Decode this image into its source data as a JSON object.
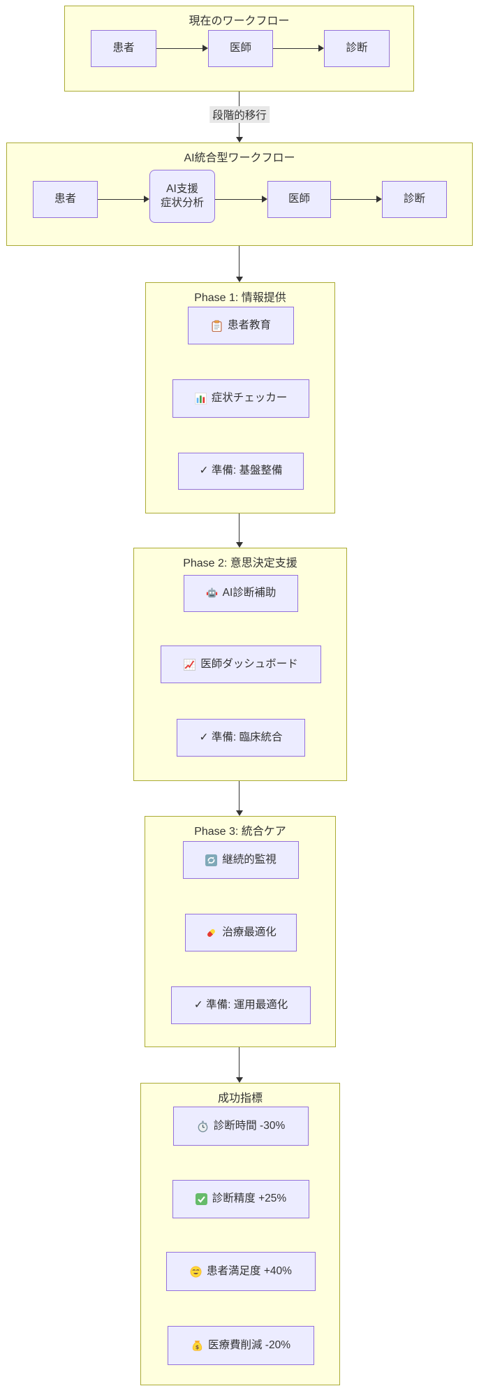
{
  "diagram_type": "flowchart",
  "colors": {
    "subgraph_bg": "#ffffde",
    "subgraph_border": "#aaaa33",
    "node_bg": "#ECECFF",
    "node_border": "#9370DB",
    "edge_label_bg": "#e8e8e8",
    "arrow": "#333333",
    "text": "#333333"
  },
  "connector": {
    "label": "段階的移行"
  },
  "sections": {
    "current": {
      "title": "現在のワークフロー",
      "nodes": [
        {
          "label": "患者"
        },
        {
          "label": "医師"
        },
        {
          "label": "診断"
        }
      ]
    },
    "ai": {
      "title": "AI統合型ワークフロー",
      "nodes": [
        {
          "label": "患者"
        },
        {
          "line1": "AI支援",
          "line2": "症状分析"
        },
        {
          "label": "医師"
        },
        {
          "label": "診断"
        }
      ]
    },
    "phase1": {
      "title": "Phase 1: 情報提供",
      "items": [
        {
          "icon": "clipboard-icon",
          "label": "患者教育"
        },
        {
          "icon": "bar-chart-icon",
          "label": "症状チェッカー"
        },
        {
          "icon": "",
          "label": "✓ 準備: 基盤整備"
        }
      ]
    },
    "phase2": {
      "title": "Phase 2: 意思決定支援",
      "items": [
        {
          "icon": "robot-icon",
          "label": "AI診断補助"
        },
        {
          "icon": "chart-up-icon",
          "label": "医師ダッシュボード"
        },
        {
          "icon": "",
          "label": "✓ 準備: 臨床統合"
        }
      ]
    },
    "phase3": {
      "title": "Phase 3: 統合ケア",
      "items": [
        {
          "icon": "refresh-icon",
          "label": "継続的監視"
        },
        {
          "icon": "pill-icon",
          "label": "治療最適化"
        },
        {
          "icon": "",
          "label": "✓ 準備: 運用最適化"
        }
      ]
    },
    "metrics": {
      "title": "成功指標",
      "items": [
        {
          "icon": "stopwatch-icon",
          "label": "診断時間 -30%"
        },
        {
          "icon": "check-green-icon",
          "label": "診断精度 +25%"
        },
        {
          "icon": "smiley-icon",
          "label": "患者満足度 +40%"
        },
        {
          "icon": "moneybag-icon",
          "label": "医療費削減 -20%"
        }
      ]
    }
  }
}
